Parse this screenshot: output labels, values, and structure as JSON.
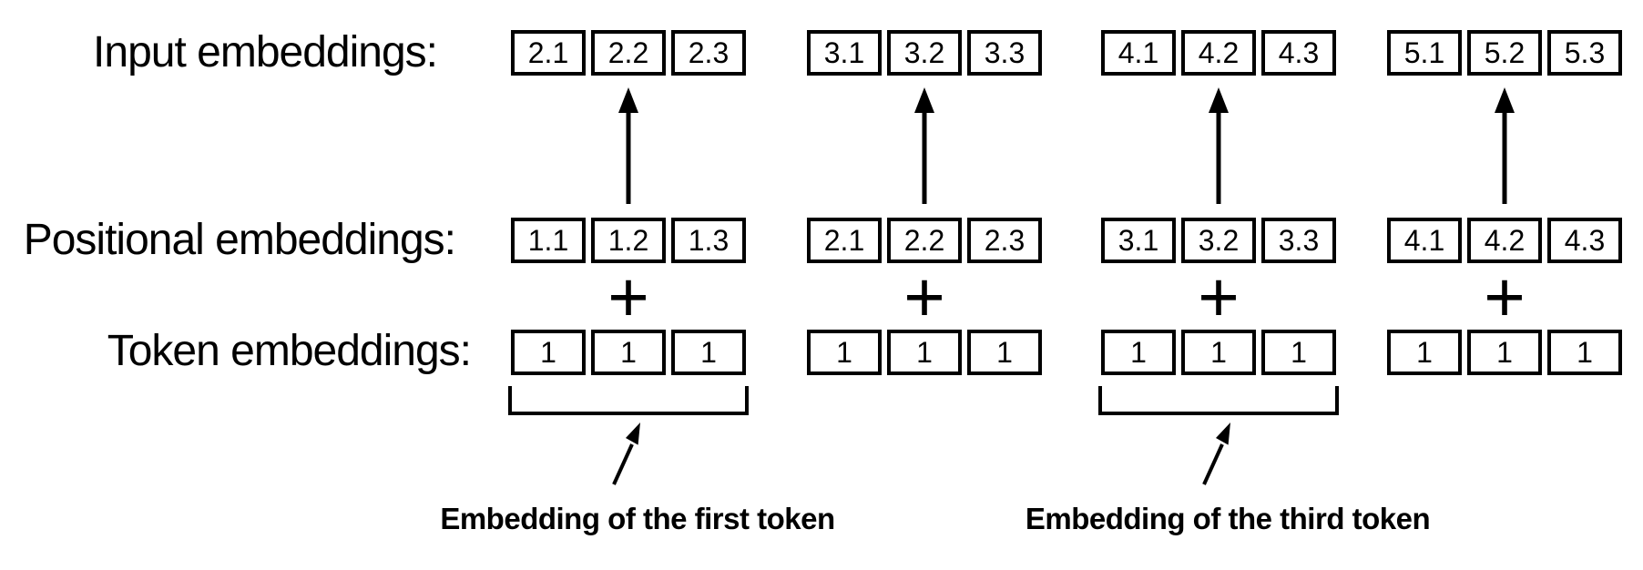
{
  "rows": {
    "input": {
      "label": "Input embeddings:",
      "groups": [
        [
          "2.1",
          "2.2",
          "2.3"
        ],
        [
          "3.1",
          "3.2",
          "3.3"
        ],
        [
          "4.1",
          "4.2",
          "4.3"
        ],
        [
          "5.1",
          "5.2",
          "5.3"
        ]
      ]
    },
    "positional": {
      "label": "Positional embeddings:",
      "groups": [
        [
          "1.1",
          "1.2",
          "1.3"
        ],
        [
          "2.1",
          "2.2",
          "2.3"
        ],
        [
          "3.1",
          "3.2",
          "3.3"
        ],
        [
          "4.1",
          "4.2",
          "4.3"
        ]
      ]
    },
    "token": {
      "label": "Token embeddings:",
      "groups": [
        [
          "1",
          "1",
          "1"
        ],
        [
          "1",
          "1",
          "1"
        ],
        [
          "1",
          "1",
          "1"
        ],
        [
          "1",
          "1",
          "1"
        ]
      ]
    }
  },
  "operator": "+",
  "annotations": {
    "first": "Embedding of the first token",
    "third": "Embedding of the third token"
  },
  "icons": {
    "up_arrow": "↑",
    "pointer_arrow": "↗"
  },
  "colors": {
    "ink": "#000000",
    "background": "#ffffff"
  }
}
